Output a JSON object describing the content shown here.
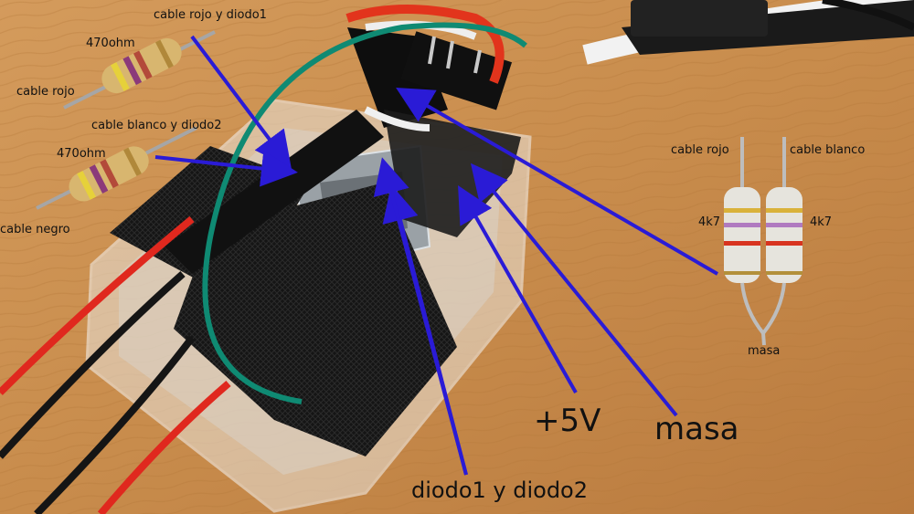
{
  "labels": {
    "cable_rojo_y_diodo1": "cable rojo y diodo1",
    "res_top_value": "470ohm",
    "res_top_end": "cable rojo",
    "cable_blanco_y_diodo2": "cable blanco y diodo2",
    "res_bottom_value": "470ohm",
    "res_bottom_end": "cable negro",
    "right_res_left_label": "cable rojo",
    "right_res_right_label": "cable blanco",
    "right_res_left_value": "4k7",
    "right_res_right_value": "4k7",
    "right_res_common": "masa",
    "plus5v": "+5V",
    "masa": "masa",
    "diodos": "diodo1 y diodo2"
  },
  "colors": {
    "arrow": "#2a1bd6",
    "table": "#c98a48",
    "text": "#111111"
  }
}
